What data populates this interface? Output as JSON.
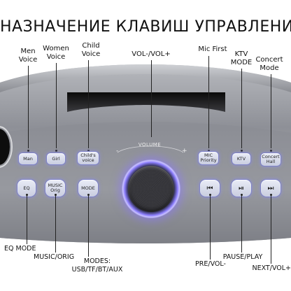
{
  "title": "НАЗНАЧЕНИЕ КЛАВИШ УПРАВЛЕНИЯ",
  "top_labels": {
    "men_voice": "Men\nVoice",
    "women_voice": "Women\nVoice",
    "child_voice": "Child\nVoice",
    "vol": "VOL-/VOL+",
    "mic_first": "Mic First",
    "ktv_mode": "KTV\nMODE",
    "concert_mode": "Concert\nMode"
  },
  "bottom_labels": {
    "eq_mode": "EQ MODE",
    "music_orig": "MUSIC/ORIG",
    "modes": "MODES:\nUSB/TF/BT/AUX",
    "pre_vol": "PRE/VOL-",
    "pause_play": "PAUSE/PLAY",
    "next_vol": "NEXT/VOL+"
  },
  "buttons": {
    "man": "Man",
    "girl": "Girl",
    "childs_voice": "Child's\nvoice",
    "mic_priority": "MIC\nPriority",
    "ktv": "KTV",
    "concert_hall": "Concert\nHall",
    "eq": "EQ",
    "music_orig": "MUSIC\nOrig",
    "mode": "MODE"
  },
  "volume": {
    "label": "VOLUME",
    "minus": "-",
    "plus": "+"
  },
  "icons": {
    "prev": "previous-track-icon",
    "play_pause": "play-pause-icon",
    "next": "next-track-icon"
  },
  "colors": {
    "button_glow": "#7e82c8",
    "knob_ring": "#8d7fff",
    "body": "#8e9097"
  }
}
